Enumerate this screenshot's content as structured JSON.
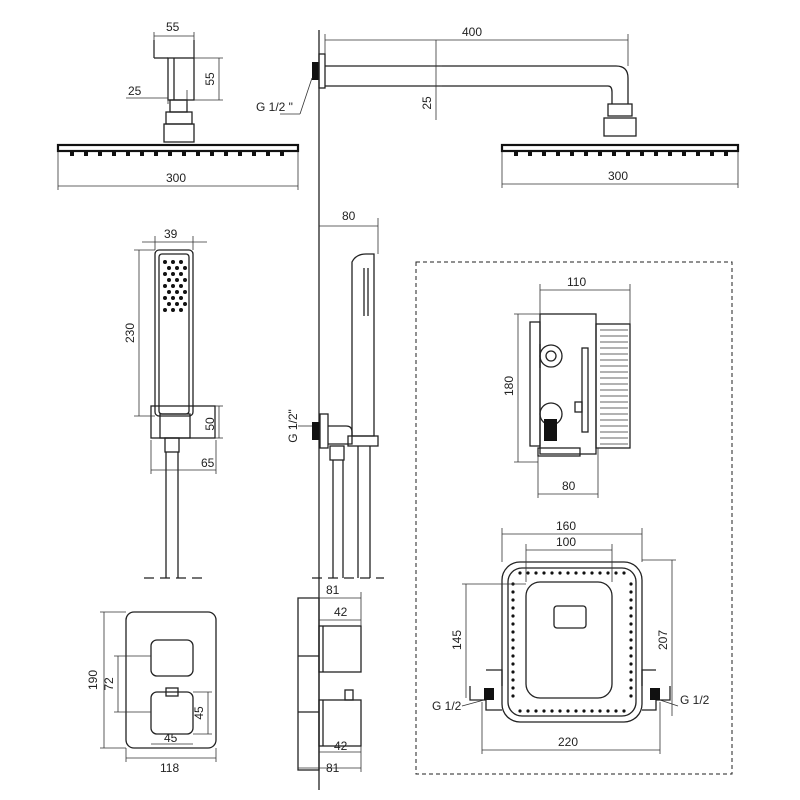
{
  "labels": {
    "head_top_width": "55",
    "head_top_height": "55",
    "head_neck": "25",
    "head_width_left": "300",
    "arm_length": "400",
    "arm_offset": "25",
    "arm_thread": "G 1/2 \"",
    "head_width_right": "300",
    "hand_width": "39",
    "hand_length": "230",
    "holder_height": "50",
    "holder_depth": "65",
    "side_reach": "80",
    "side_thread": "G 1/2\"",
    "body_width": "110",
    "body_height": "180",
    "body_depth": "80",
    "frame_outer": "160",
    "frame_inner": "100",
    "frame_depth": "145",
    "frame_height": "207",
    "frame_total": "220",
    "thread_left": "G 1/2",
    "thread_right": "G 1/2",
    "plate_depth_top": "81",
    "knob_top": "42",
    "knob_bottom": "42",
    "plate_depth_bottom": "81",
    "plate_height": "190",
    "knob_spacing": "72",
    "knob_size": "45",
    "knob_width": "45",
    "plate_width": "118"
  }
}
